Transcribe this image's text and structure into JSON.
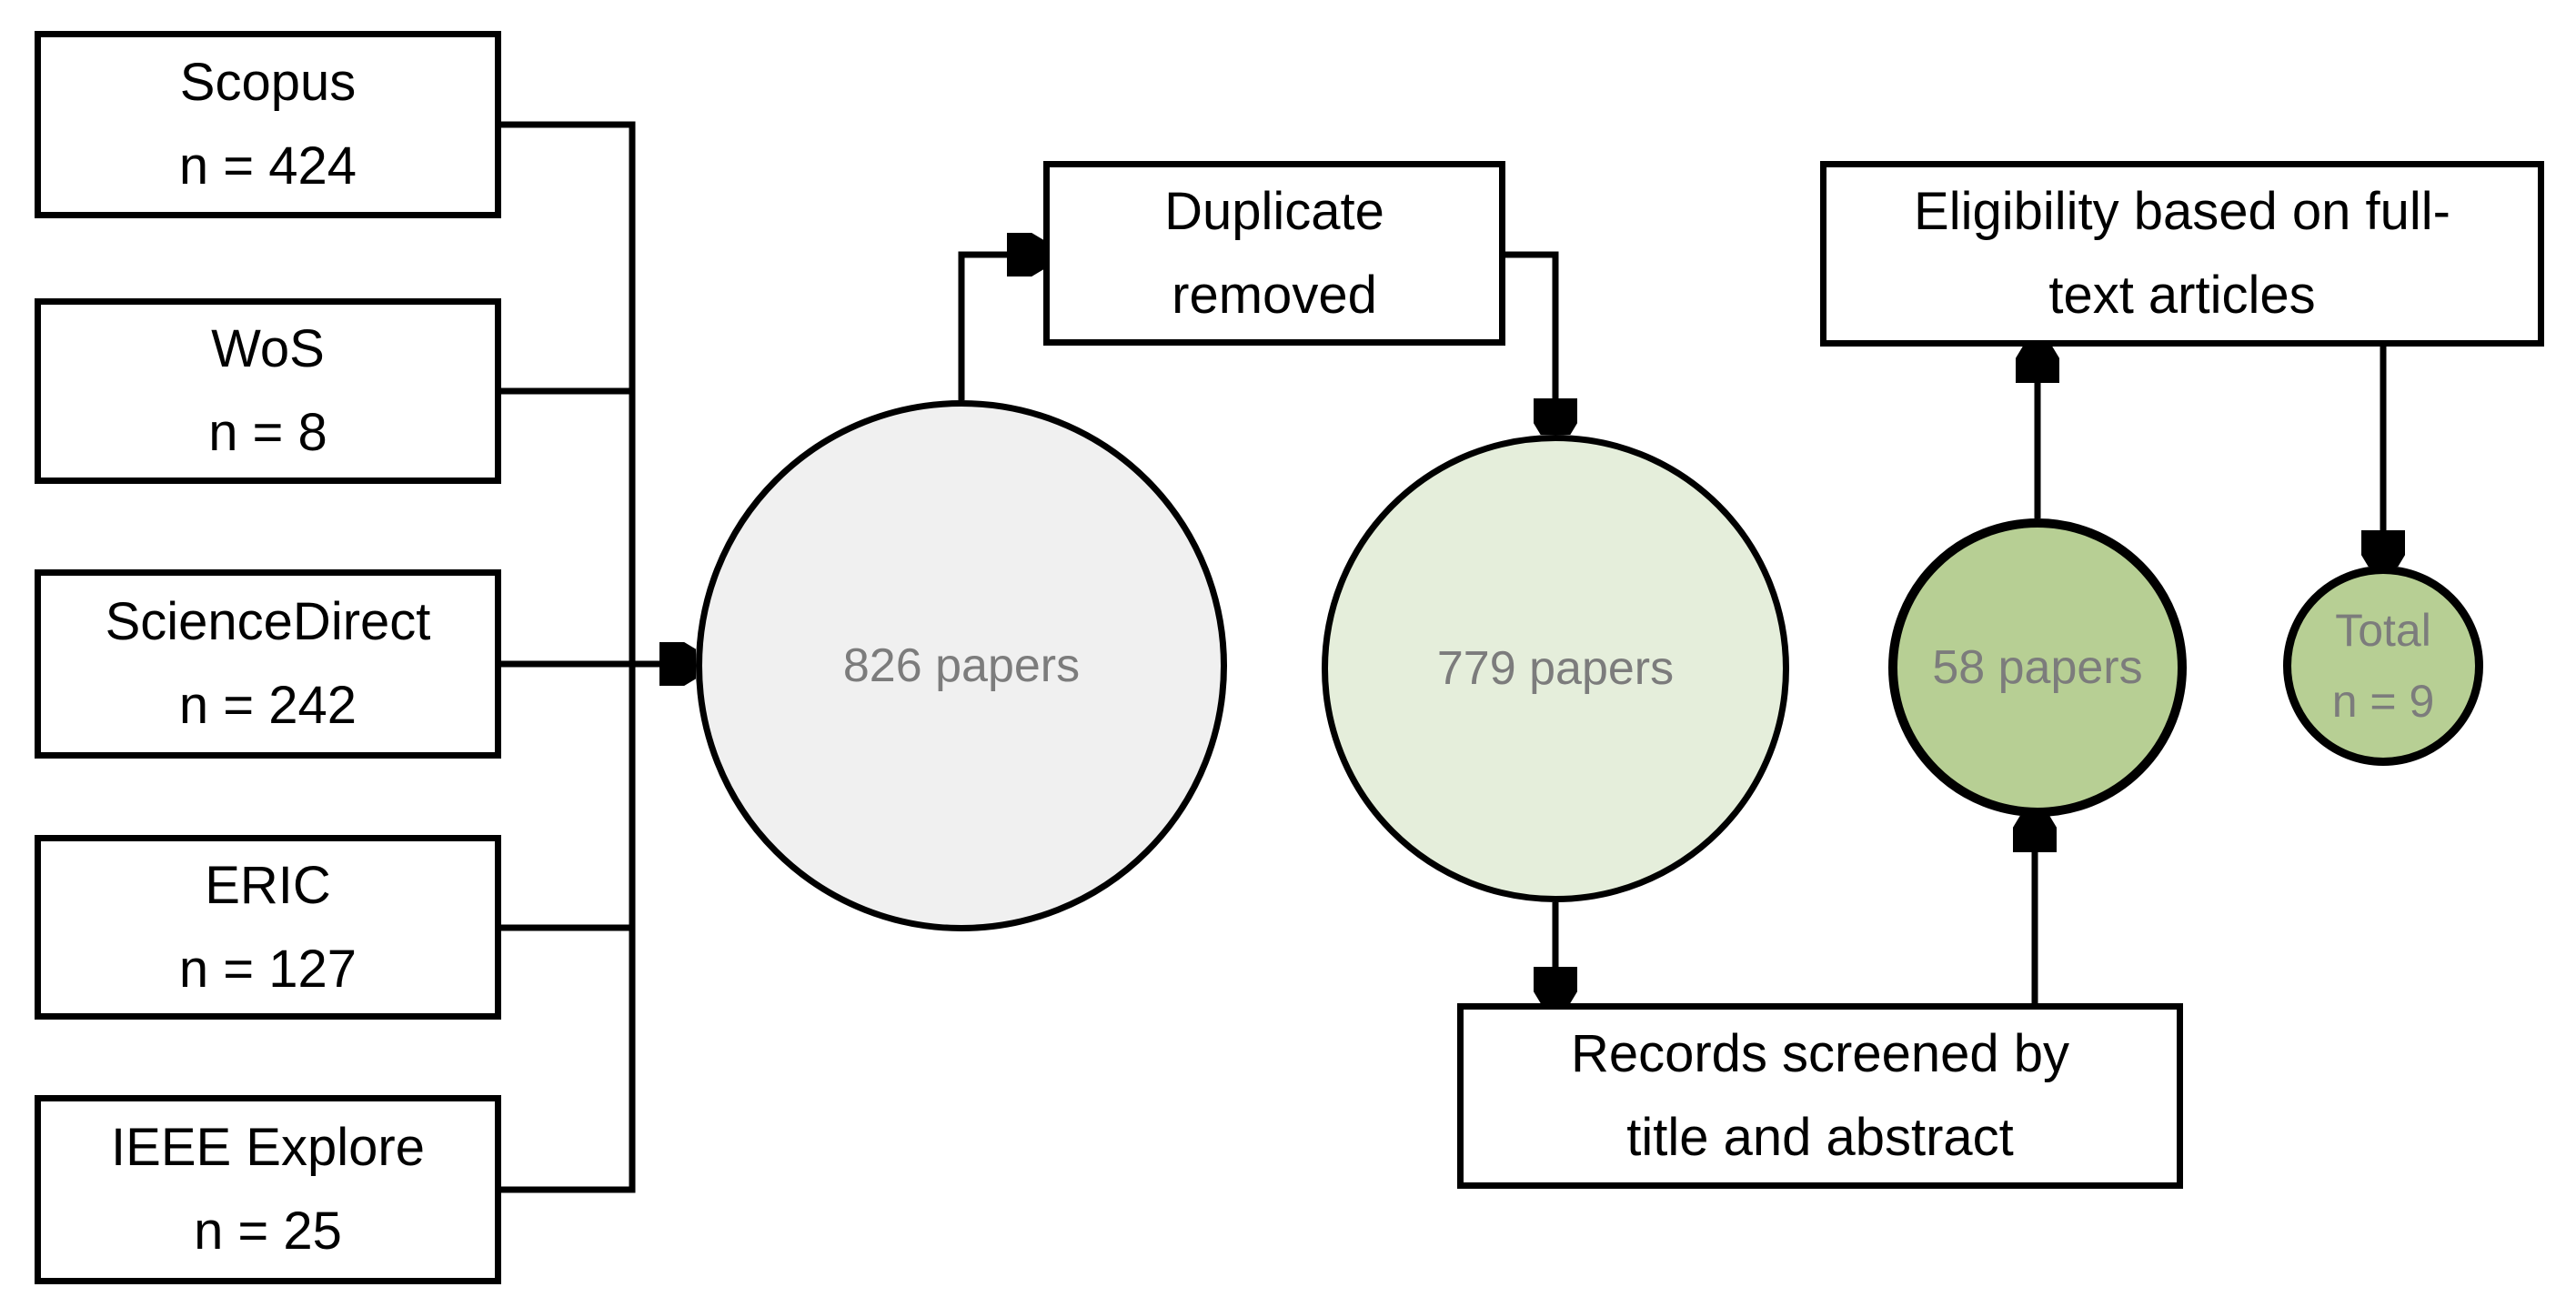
{
  "figure": {
    "sources": [
      {
        "name": "Scopus",
        "count": "n = 424"
      },
      {
        "name": "WoS",
        "count": "n = 8"
      },
      {
        "name": "ScienceDirect",
        "count": "n = 242"
      },
      {
        "name": "ERIC",
        "count": "n = 127"
      },
      {
        "name": "IEEE Explore",
        "count": "n = 25"
      }
    ],
    "process": {
      "duplicate_removed": "Duplicate removed",
      "records_screened": "Records screened by title and abstract",
      "eligibility": "Eligibility based on full-text articles"
    },
    "circles": {
      "pool": {
        "label": "826 papers",
        "fill": "#f0f0f0"
      },
      "deduplicated": {
        "label": "779 papers",
        "fill": "#e5eedb"
      },
      "screened": {
        "label": "58 papers",
        "fill": "#b7cf94"
      },
      "total": {
        "title": "Total",
        "count": "n = 9",
        "fill": "#b7cf94"
      }
    },
    "colors": {
      "outline": "#000000",
      "circle_text": "#7c7c7c",
      "box_text": "#000000",
      "background": "#ffffff"
    }
  }
}
